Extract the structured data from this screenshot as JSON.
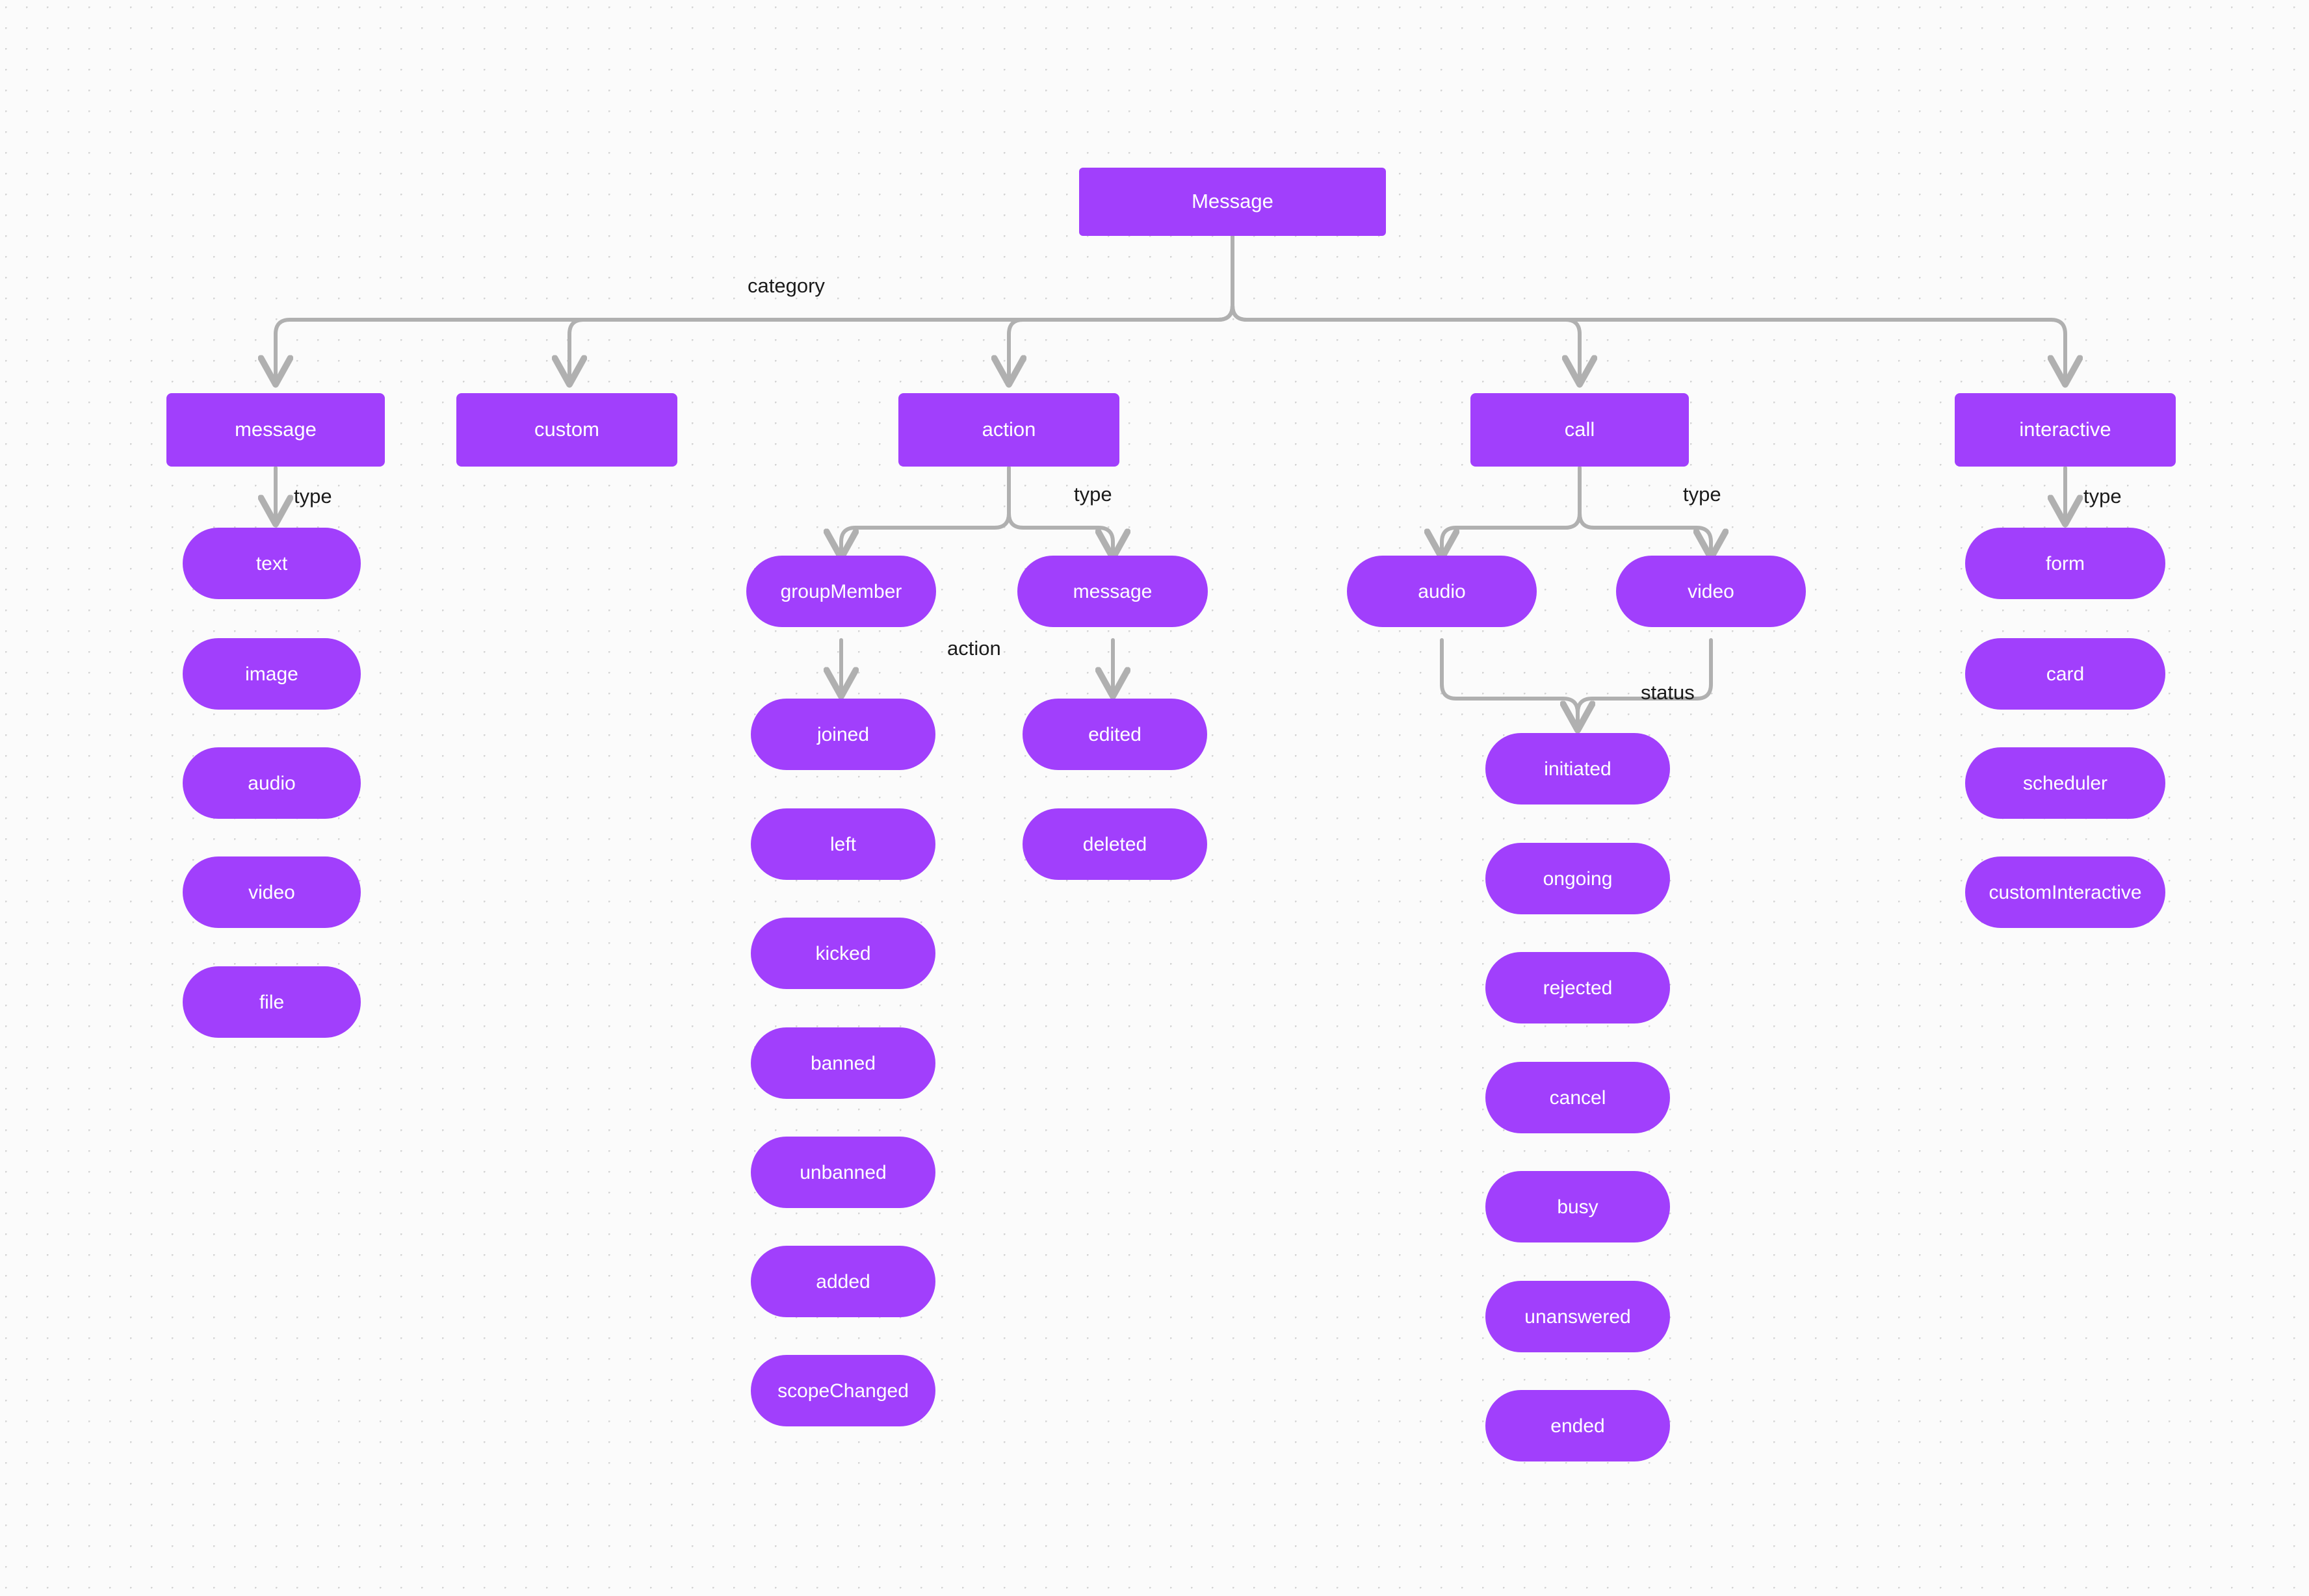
{
  "diagram": {
    "title": "Message",
    "accent_color": "#a13ffc",
    "edge_color": "#b0b0b0",
    "label_color": "#1b1b1b",
    "background_color": "#fbfbfb",
    "root": {
      "label": "Message"
    },
    "edge_labels": {
      "category": "category",
      "type_message": "type",
      "type_action": "type",
      "type_call": "type",
      "type_interactive": "type",
      "action": "action",
      "status": "status"
    },
    "categories": [
      {
        "key": "message",
        "label": "message"
      },
      {
        "key": "custom",
        "label": "custom"
      },
      {
        "key": "action",
        "label": "action"
      },
      {
        "key": "call",
        "label": "call"
      },
      {
        "key": "interactive",
        "label": "interactive"
      }
    ],
    "message_types": [
      {
        "label": "text"
      },
      {
        "label": "image"
      },
      {
        "label": "audio"
      },
      {
        "label": "video"
      },
      {
        "label": "file"
      }
    ],
    "action_types": [
      {
        "label": "groupMember"
      },
      {
        "label": "message"
      }
    ],
    "group_member_actions": [
      {
        "label": "joined"
      },
      {
        "label": "left"
      },
      {
        "label": "kicked"
      },
      {
        "label": "banned"
      },
      {
        "label": "unbanned"
      },
      {
        "label": "added"
      },
      {
        "label": "scopeChanged"
      }
    ],
    "message_actions": [
      {
        "label": "edited"
      },
      {
        "label": "deleted"
      }
    ],
    "call_types": [
      {
        "label": "audio"
      },
      {
        "label": "video"
      }
    ],
    "call_statuses": [
      {
        "label": "initiated"
      },
      {
        "label": "ongoing"
      },
      {
        "label": "rejected"
      },
      {
        "label": "cancel"
      },
      {
        "label": "busy"
      },
      {
        "label": "unanswered"
      },
      {
        "label": "ended"
      }
    ],
    "interactive_types": [
      {
        "label": "form"
      },
      {
        "label": "card"
      },
      {
        "label": "scheduler"
      },
      {
        "label": "customInteractive"
      }
    ]
  }
}
